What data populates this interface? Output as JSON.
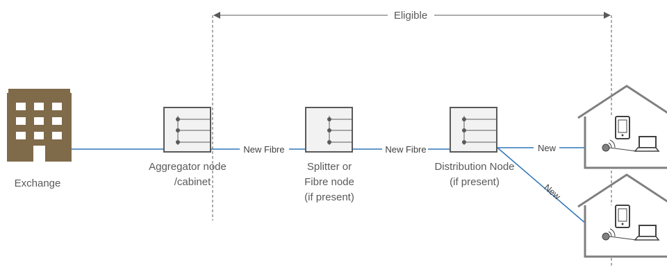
{
  "eligible": {
    "label": "Eligible"
  },
  "exchange": {
    "label": "Exchange",
    "color": "#7f6a4a"
  },
  "aggregator": {
    "line1": "Aggregator node",
    "line2": "/cabinet"
  },
  "splitter": {
    "line1": "Splitter or",
    "line2": "Fibre node",
    "line3": "(if present)"
  },
  "distribution": {
    "line1": "Distribution Node",
    "line2": "(if present)"
  },
  "links": {
    "agg_to_splitter": "New Fibre",
    "splitter_to_dist": "New Fibre",
    "dist_to_house1": "New",
    "dist_to_house2": "New"
  },
  "colors": {
    "fibre": "#2e75b6",
    "outline": "#595959",
    "node_fill": "#f2f2f2",
    "dashed": "#595959"
  },
  "icons": {
    "exchange": "building-icon",
    "node": "cabinet-node-icon",
    "house": "house-icon",
    "phone": "phone-icon",
    "laptop": "laptop-icon",
    "router": "wifi-router-icon"
  }
}
